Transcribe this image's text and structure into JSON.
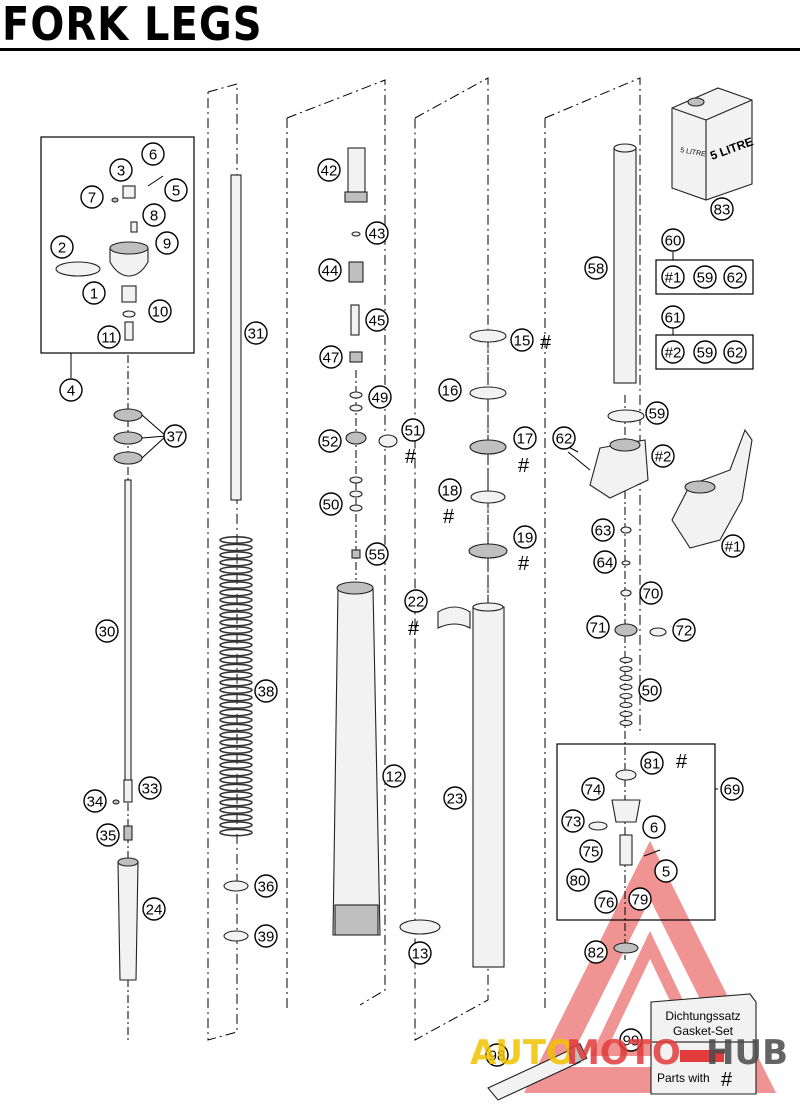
{
  "page": {
    "title": "FORK LEGS"
  },
  "callouts": [
    {
      "id": "c1",
      "label": "1"
    },
    {
      "id": "c2",
      "label": "2"
    },
    {
      "id": "c3",
      "label": "3"
    },
    {
      "id": "c4",
      "label": "4"
    },
    {
      "id": "c5a",
      "label": "5"
    },
    {
      "id": "c6a",
      "label": "6"
    },
    {
      "id": "c7",
      "label": "7"
    },
    {
      "id": "c8",
      "label": "8"
    },
    {
      "id": "c9",
      "label": "9"
    },
    {
      "id": "c10",
      "label": "10"
    },
    {
      "id": "c11",
      "label": "11"
    },
    {
      "id": "c12",
      "label": "12"
    },
    {
      "id": "c13",
      "label": "13"
    },
    {
      "id": "c15",
      "label": "15"
    },
    {
      "id": "c16",
      "label": "16"
    },
    {
      "id": "c17",
      "label": "17"
    },
    {
      "id": "c18",
      "label": "18"
    },
    {
      "id": "c19",
      "label": "19"
    },
    {
      "id": "c22",
      "label": "22"
    },
    {
      "id": "c23",
      "label": "23"
    },
    {
      "id": "c24",
      "label": "24"
    },
    {
      "id": "c30",
      "label": "30"
    },
    {
      "id": "c31",
      "label": "31"
    },
    {
      "id": "c33",
      "label": "33"
    },
    {
      "id": "c34",
      "label": "34"
    },
    {
      "id": "c35",
      "label": "35"
    },
    {
      "id": "c36",
      "label": "36"
    },
    {
      "id": "c37",
      "label": "37"
    },
    {
      "id": "c38",
      "label": "38"
    },
    {
      "id": "c39",
      "label": "39"
    },
    {
      "id": "c42",
      "label": "42"
    },
    {
      "id": "c43",
      "label": "43"
    },
    {
      "id": "c44",
      "label": "44"
    },
    {
      "id": "c45",
      "label": "45"
    },
    {
      "id": "c47",
      "label": "47"
    },
    {
      "id": "c49",
      "label": "49"
    },
    {
      "id": "c50a",
      "label": "50"
    },
    {
      "id": "c51",
      "label": "51"
    },
    {
      "id": "c52",
      "label": "52"
    },
    {
      "id": "c55",
      "label": "55"
    },
    {
      "id": "c58",
      "label": "58"
    },
    {
      "id": "c59",
      "label": "59"
    },
    {
      "id": "c60",
      "label": "60"
    },
    {
      "id": "c61",
      "label": "61"
    },
    {
      "id": "c62",
      "label": "62"
    },
    {
      "id": "c63",
      "label": "63"
    },
    {
      "id": "c64",
      "label": "64"
    },
    {
      "id": "c69",
      "label": "69"
    },
    {
      "id": "c70",
      "label": "70"
    },
    {
      "id": "c71",
      "label": "71"
    },
    {
      "id": "c72",
      "label": "72"
    },
    {
      "id": "c50b",
      "label": "50"
    },
    {
      "id": "c73",
      "label": "73"
    },
    {
      "id": "c74",
      "label": "74"
    },
    {
      "id": "c75",
      "label": "75"
    },
    {
      "id": "c76",
      "label": "76"
    },
    {
      "id": "c79",
      "label": "79"
    },
    {
      "id": "c80",
      "label": "80"
    },
    {
      "id": "c81",
      "label": "81"
    },
    {
      "id": "c82",
      "label": "82"
    },
    {
      "id": "c83",
      "label": "83"
    },
    {
      "id": "c98",
      "label": "98"
    },
    {
      "id": "c99",
      "label": "99"
    },
    {
      "id": "c6b",
      "label": "6"
    },
    {
      "id": "c5b",
      "label": "5"
    },
    {
      "id": "cm2",
      "label": "#2"
    },
    {
      "id": "cm1",
      "label": "#1"
    },
    {
      "id": "k60a",
      "label": "#1"
    },
    {
      "id": "k60b",
      "label": "59"
    },
    {
      "id": "k60c",
      "label": "62"
    },
    {
      "id": "k61a",
      "label": "#2"
    },
    {
      "id": "k61b",
      "label": "59"
    },
    {
      "id": "k61c",
      "label": "62"
    }
  ],
  "hash_mark": "#",
  "oil_can": {
    "label": "5 LITRE",
    "side_label": "5 LITRE"
  },
  "gasket_set": {
    "line1": "Dichtungssatz",
    "line2": "Gasket-Set",
    "parts_with": "Parts with",
    "symbol": "#"
  },
  "watermark": {
    "part1": "AUTO",
    "part2": "MOTO",
    "part3": "HUB",
    "colors": {
      "auto": "#f2c200",
      "moto": "#e23b3b",
      "hub": "#4a4a4a",
      "triangle": "#e23b3b"
    }
  }
}
